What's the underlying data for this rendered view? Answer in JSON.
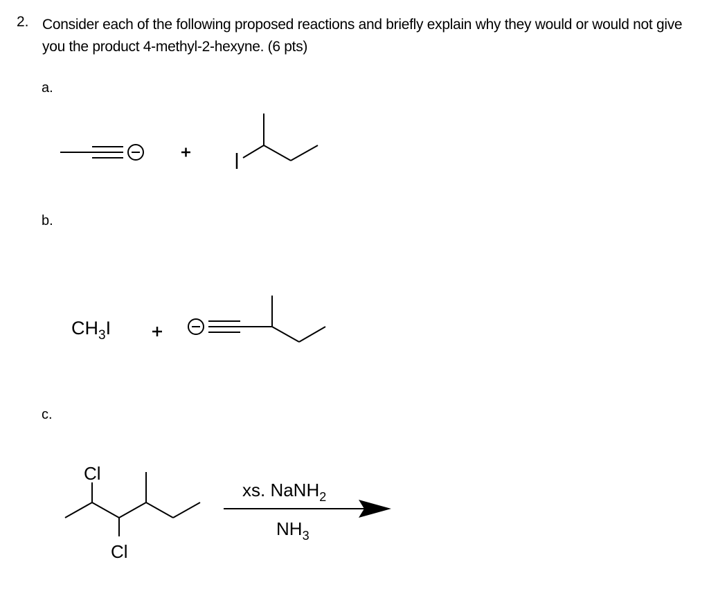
{
  "question": {
    "number": "2.",
    "text": "Consider each of the following proposed reactions and briefly explain why they would or would not give you the product 4-methyl-2-hexyne. (6 pts)"
  },
  "parts": [
    {
      "label": "a.",
      "reactant_1": "propynide anion (CH3-C≡C⁻)",
      "plus": "+",
      "reactant_2": "2-iodobutane",
      "atom_labels": [
        "I"
      ]
    },
    {
      "label": "b.",
      "reactant_1_main": "CH",
      "reactant_1_sub": "3",
      "reactant_1_tail": "I",
      "plus": "+",
      "reactant_2": "3-methyl-1-pentynide anion",
      "atom_labels": []
    },
    {
      "label": "c.",
      "reactant": "2,3-dichloro-4-methylhexane",
      "atom_labels": [
        "Cl",
        "Cl"
      ],
      "reagent_above_main": "xs. NaNH",
      "reagent_above_sub": "2",
      "reagent_below_main": "NH",
      "reagent_below_sub": "3"
    }
  ],
  "charge_symbol": "−"
}
